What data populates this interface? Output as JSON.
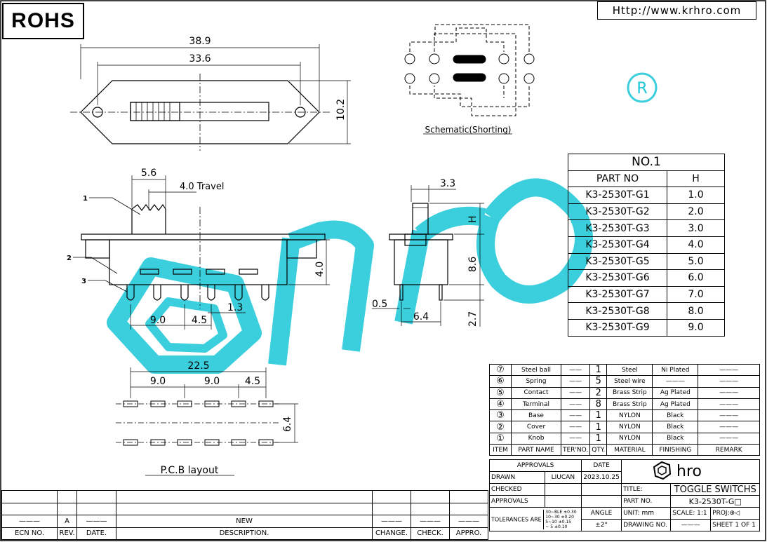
{
  "header": {
    "rohs": "ROHS",
    "url": "Http://www.krhro.com"
  },
  "top_view": {
    "dim_overall": "38.9",
    "dim_holes": "33.6",
    "dim_height": "10.2"
  },
  "schematic": {
    "label": "Schematic(Shorting)"
  },
  "side_view": {
    "dim_knob": "5.6",
    "dim_travel": "4.0 Travel",
    "dim_body": "4.0",
    "dim_pin": "1.3",
    "dim_pitch1": "9.0",
    "dim_pitch2": "4.5",
    "callouts": [
      "1",
      "2",
      "3"
    ]
  },
  "end_view": {
    "dim_knob": "3.3",
    "dim_h": "H",
    "dim_body": "8.6",
    "dim_pin_w": "0.5",
    "dim_pin_sp": "6.4",
    "dim_pin_len": "2.7"
  },
  "pcb": {
    "dim_total": "22.5",
    "dim_a": "9.0",
    "dim_b": "9.0",
    "dim_c": "4.5",
    "dim_row": "6.4",
    "label": "P.C.B layout"
  },
  "part_table": {
    "title": "NO.1",
    "headers": [
      "PART NO",
      "H"
    ],
    "rows": [
      [
        "K3-2530T-G1",
        "1.0"
      ],
      [
        "K3-2530T-G2",
        "2.0"
      ],
      [
        "K3-2530T-G3",
        "3.0"
      ],
      [
        "K3-2530T-G4",
        "4.0"
      ],
      [
        "K3-2530T-G5",
        "5.0"
      ],
      [
        "K3-2530T-G6",
        "6.0"
      ],
      [
        "K3-2530T-G7",
        "7.0"
      ],
      [
        "K3-2530T-G8",
        "8.0"
      ],
      [
        "K3-2530T-G9",
        "9.0"
      ]
    ]
  },
  "bom": {
    "rows": [
      [
        "⑦",
        "Steel ball",
        "——",
        "1",
        "Steel",
        "Ni Plated",
        "———"
      ],
      [
        "⑥",
        "Spring",
        "——",
        "5",
        "Steel wire",
        "———",
        "———"
      ],
      [
        "⑤",
        "Contact",
        "——",
        "2",
        "Brass Strip",
        "Ag Plated",
        "———"
      ],
      [
        "④",
        "Terminal",
        "——",
        "8",
        "Brass Strip",
        "Ag Plated",
        "———"
      ],
      [
        "③",
        "Base",
        "——",
        "1",
        "NYLON",
        "Black",
        "———"
      ],
      [
        "②",
        "Cover",
        "——",
        "1",
        "NYLON",
        "Black",
        "———"
      ],
      [
        "①",
        "Knob",
        "——",
        "1",
        "NYLON",
        "Black",
        "———"
      ]
    ],
    "headers": [
      "ITEM",
      "PART NAME",
      "TER'NO.",
      "QTY.",
      "MATERIAL",
      "FINISHING",
      "REMARK"
    ]
  },
  "title_block": {
    "approvals": "APPROVALS",
    "date_h": "DATE",
    "drawn": "DRAWN",
    "drawn_by": "LIUCAN",
    "drawn_date": "2023.10.25",
    "checked": "CHECKED",
    "approvals2": "APPROVALS",
    "tolerances": "TOLERANCES ARE",
    "tol_rows": [
      [
        "30~BLE",
        "±0.30"
      ],
      [
        "10~30",
        "±0.20"
      ],
      [
        "5~10",
        "±0.15"
      ],
      [
        "~ 5",
        "±0.10"
      ]
    ],
    "angle": "ANGLE",
    "angle_val": "±2°",
    "logo": "hro",
    "title_label": "TITLE:",
    "title": "TOGGLE SWITCHS",
    "partno_label": "PART NO.",
    "partno": "K3-2530T-G□",
    "unit": "UNIT: mm",
    "scale": "SCALE:  1:1",
    "proj": "PROJ:",
    "drawing_no": "DRAWING NO.",
    "sheet": "SHEET  1 OF 1"
  },
  "revision": {
    "row_a": [
      "———",
      "A",
      "———",
      "NEW",
      "———",
      "———",
      "———"
    ],
    "headers": [
      "ECN NO.",
      "REV.",
      "DATE.",
      "DESCRIPTION.",
      "CHANGE.",
      "CHECK.",
      "APPRO."
    ]
  },
  "watermark": {
    "text": "hro",
    "color": "#19c6d6"
  }
}
